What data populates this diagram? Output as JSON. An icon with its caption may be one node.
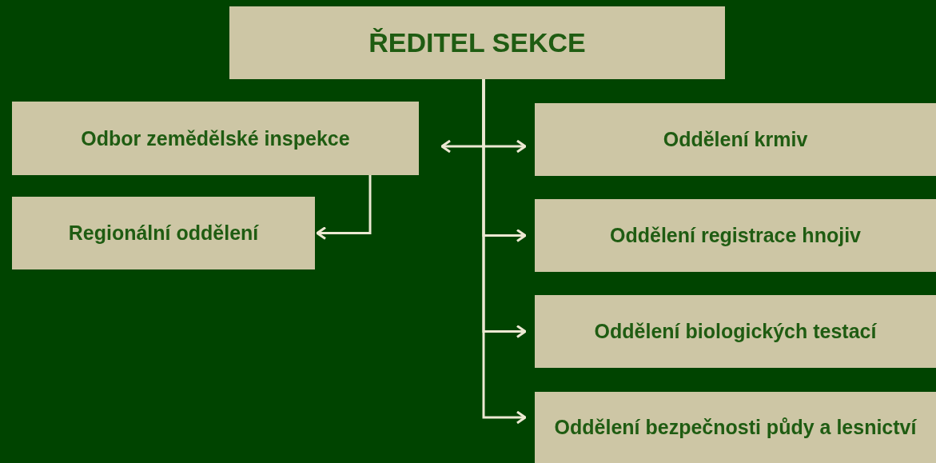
{
  "diagram": {
    "nodes": [
      {
        "text": [
          "ŘEDITEL SEKCE"
        ]
      },
      {
        "text": [
          "Odbor zemědělské inspekce"
        ]
      },
      {
        "text": [
          "Regionální oddělení"
        ]
      },
      {
        "text": [
          "Oddělení krmiv"
        ]
      },
      {
        "text": [
          "Oddělení registrace hnojiv"
        ]
      },
      {
        "text": [
          "Oddělení biologických testací"
        ]
      },
      {
        "text": [
          "Oddělení bezpečnosti půdy a lesnictví"
        ]
      }
    ],
    "edges": [
      {
        "from": 0,
        "to": 1,
        "arrow": "to"
      },
      {
        "from": 0,
        "to": 3,
        "arrow": "to"
      },
      {
        "from": 0,
        "to": 4,
        "arrow": "to"
      },
      {
        "from": 0,
        "to": 5,
        "arrow": "to"
      },
      {
        "from": 0,
        "to": 6,
        "arrow": "to"
      },
      {
        "from": 1,
        "to": 2,
        "arrow": "to"
      }
    ]
  }
}
